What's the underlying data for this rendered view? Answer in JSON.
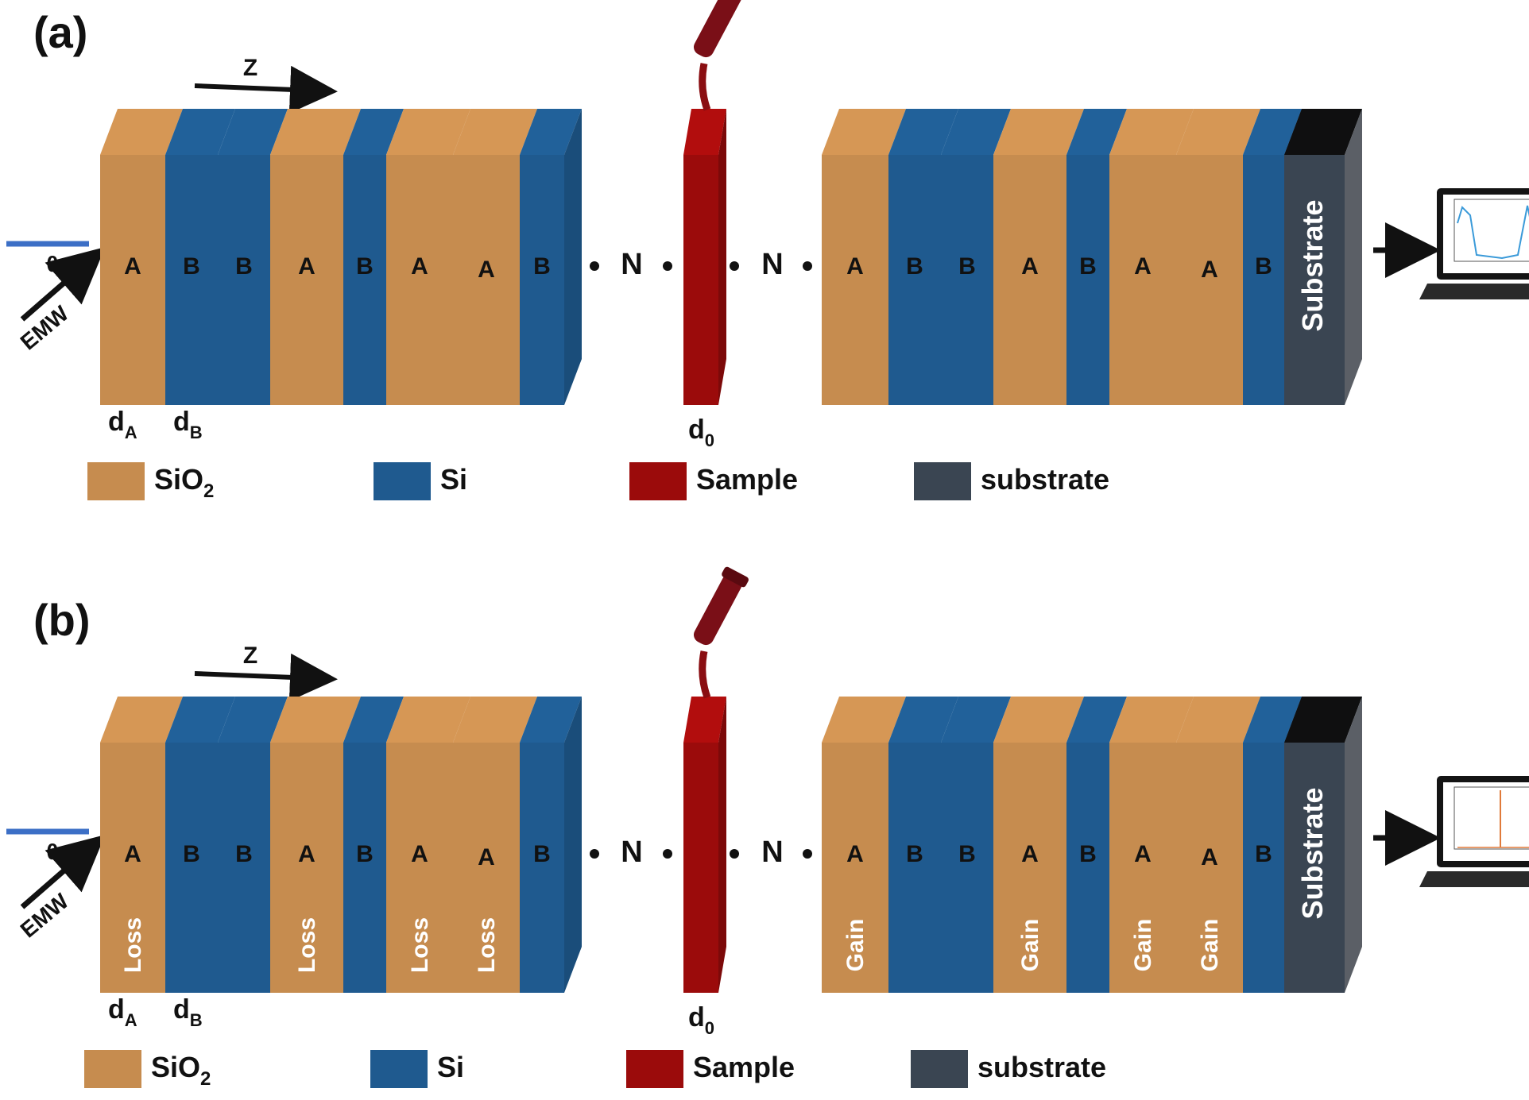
{
  "colors": {
    "sio2": "#C68C4F",
    "si": "#1F5A8F",
    "sample": "#9B0B0B",
    "substrate": "#3A4552",
    "ink": "#111111",
    "gainloss_text": "#FFFFFF"
  },
  "panels": [
    {
      "label": "(a)",
      "axis": "Z",
      "theta": "θ",
      "wave": "EMW",
      "left_stack": [
        "A",
        "B",
        "B",
        "A",
        "B",
        "A",
        "A",
        "B"
      ],
      "right_stack": [
        "A",
        "B",
        "B",
        "A",
        "B",
        "A",
        "A",
        "B"
      ],
      "left_gain_loss": [
        "",
        "",
        "",
        "",
        "",
        "",
        "",
        ""
      ],
      "right_gain_loss": [
        "",
        "",
        "",
        "",
        "",
        "",
        "",
        ""
      ],
      "repeat_symbol": "N",
      "substrate_text": "Substrate",
      "dim_labels": {
        "dA": "d",
        "dA_sub": "A",
        "dB": "d",
        "dB_sub": "B",
        "d0": "d",
        "d0_sub": "0"
      },
      "plot_type": "transmission-dual-peaks"
    },
    {
      "label": "(b)",
      "axis": "Z",
      "theta": "θ",
      "wave": "EMW",
      "left_stack": [
        "A",
        "B",
        "B",
        "A",
        "B",
        "A",
        "A",
        "B"
      ],
      "right_stack": [
        "A",
        "B",
        "B",
        "A",
        "B",
        "A",
        "A",
        "B"
      ],
      "left_gain_loss": [
        "Loss",
        "",
        "",
        "Loss",
        "",
        "Loss",
        "Loss",
        ""
      ],
      "right_gain_loss": [
        "Gain",
        "",
        "",
        "Gain",
        "",
        "Gain",
        "Gain",
        ""
      ],
      "repeat_symbol": "N",
      "substrate_text": "Substrate",
      "dim_labels": {
        "dA": "d",
        "dA_sub": "A",
        "dB": "d",
        "dB_sub": "B",
        "d0": "d",
        "d0_sub": "0"
      },
      "plot_type": "single-sharp-peak"
    }
  ],
  "legend": [
    {
      "label": "SiO",
      "sub": "2",
      "color_key": "sio2"
    },
    {
      "label": "Si",
      "sub": "",
      "color_key": "si"
    },
    {
      "label": "Sample",
      "sub": "",
      "color_key": "sample"
    },
    {
      "label": "substrate",
      "sub": "",
      "color_key": "substrate"
    }
  ]
}
